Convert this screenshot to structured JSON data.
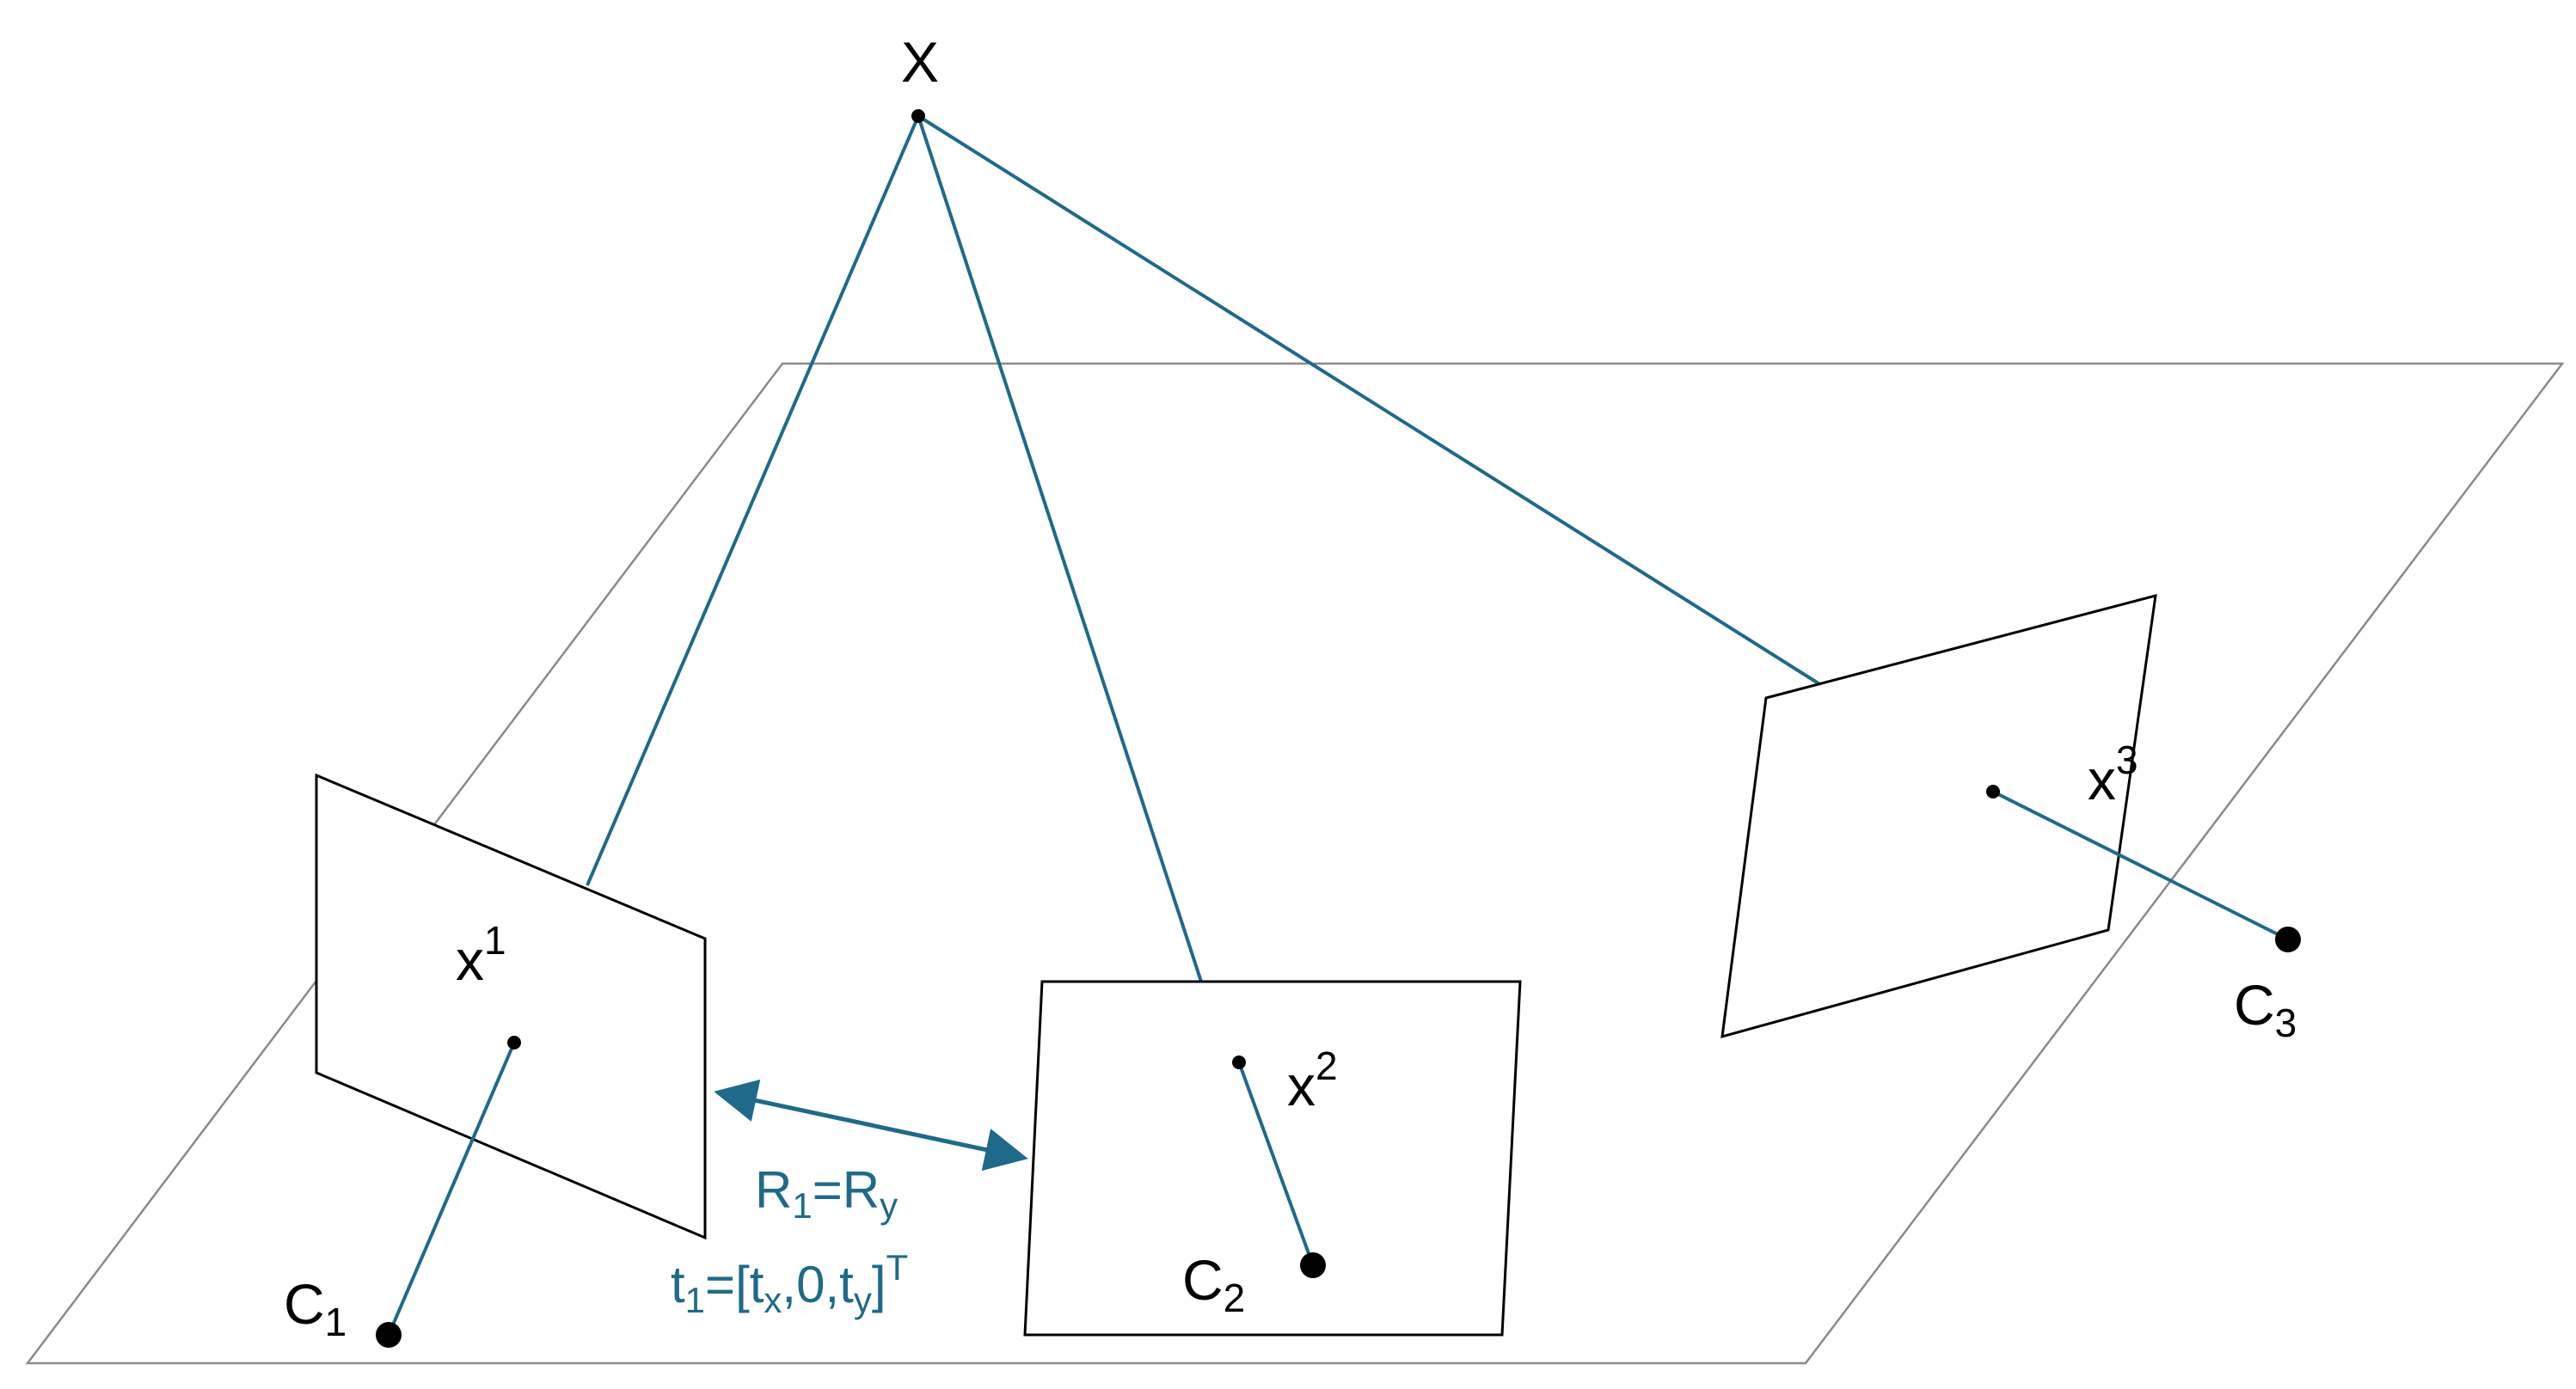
{
  "colors": {
    "ray": "#1f6a8a",
    "plane": "#8a8a8a",
    "outline": "#000000",
    "relation_text": "#1f6a8a"
  },
  "world_point": {
    "label": "X"
  },
  "cameras": [
    {
      "center_label": "C",
      "center_index": "1",
      "image_point_label": "x",
      "image_point_index": "1"
    },
    {
      "center_label": "C",
      "center_index": "2",
      "image_point_label": "x",
      "image_point_index": "2"
    },
    {
      "center_label": "C",
      "center_index": "3",
      "image_point_label": "x",
      "image_point_index": "3"
    }
  ],
  "relation": {
    "rotation": {
      "lhs": "R",
      "lhs_sub": "1",
      "eq": "=",
      "rhs": "R",
      "rhs_sub": "y"
    },
    "translation": {
      "lhs": "t",
      "lhs_sub": "1",
      "open": "=[t",
      "tx_sub": "x",
      "middle": ",0,t",
      "ty_sub": "y",
      "close": "]",
      "sup": "T"
    }
  }
}
